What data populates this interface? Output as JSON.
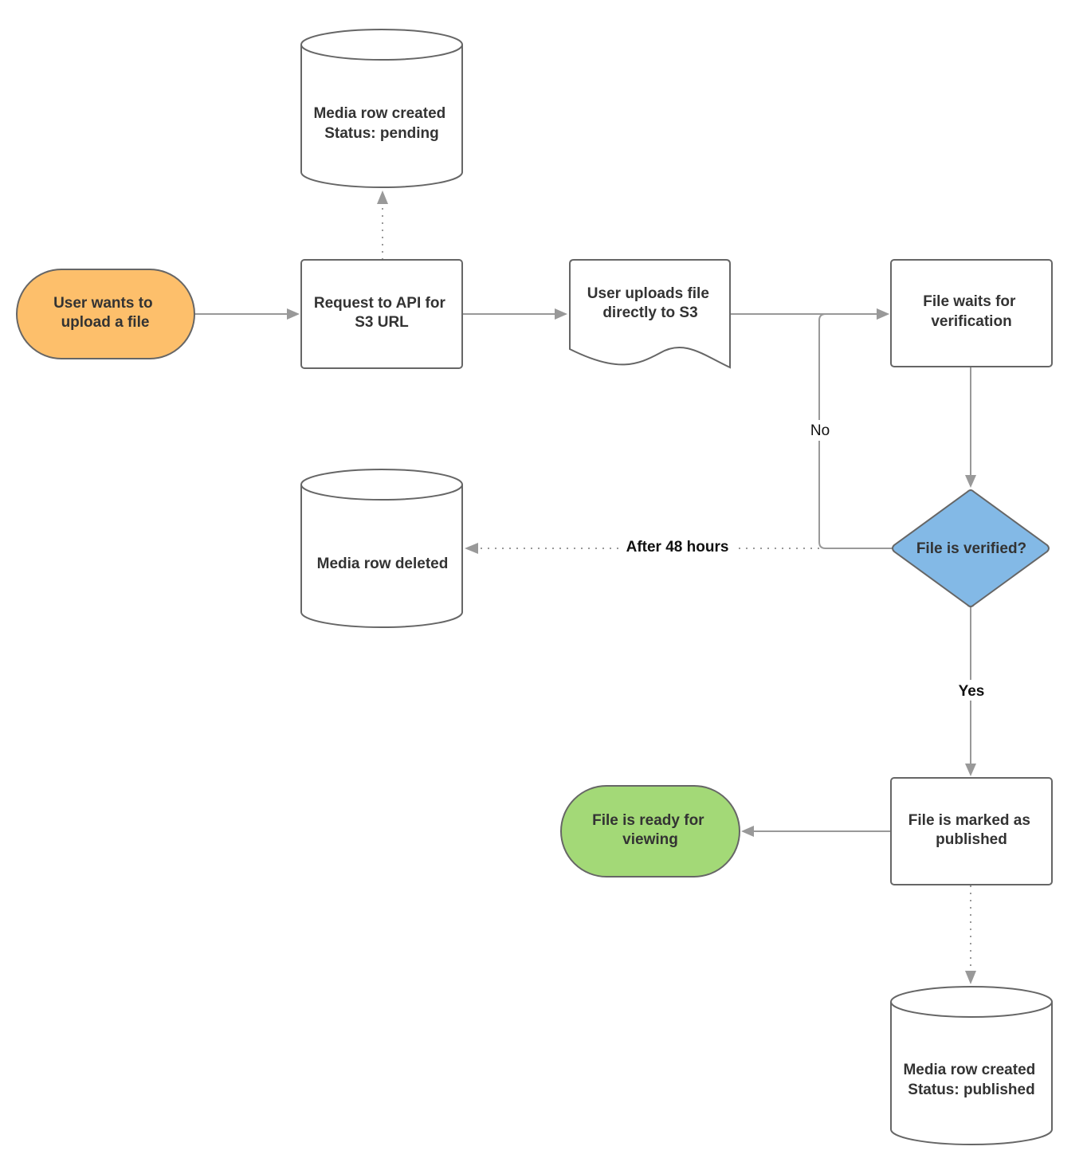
{
  "colors": {
    "start_fill": "#fdbf6b",
    "end_fill": "#a3d977",
    "decision_fill": "#83b9e6",
    "node_fill": "#ffffff",
    "stroke": "#666666",
    "edge": "#999999"
  },
  "nodes": {
    "start": {
      "lines": [
        "User wants to",
        "upload a file"
      ]
    },
    "request_api": {
      "lines": [
        "Request to API for",
        "S3 URL"
      ]
    },
    "media_pending": {
      "lines": [
        "Media row created",
        "Status: pending"
      ]
    },
    "user_uploads": {
      "lines": [
        "User uploads file",
        "directly to S3"
      ]
    },
    "file_waits": {
      "lines": [
        "File waits for",
        "verification"
      ]
    },
    "file_verified": {
      "lines": [
        "File is verified?"
      ]
    },
    "media_deleted": {
      "lines": [
        "Media row deleted"
      ]
    },
    "marked_published": {
      "lines": [
        "File is marked as",
        "published"
      ]
    },
    "ready_viewing": {
      "lines": [
        "File is ready for",
        "viewing"
      ]
    },
    "media_published": {
      "lines": [
        "Media row created",
        "Status: published"
      ]
    }
  },
  "edges": {
    "no_label": "No",
    "yes_label": "Yes",
    "after_label": "After 48 hours"
  }
}
